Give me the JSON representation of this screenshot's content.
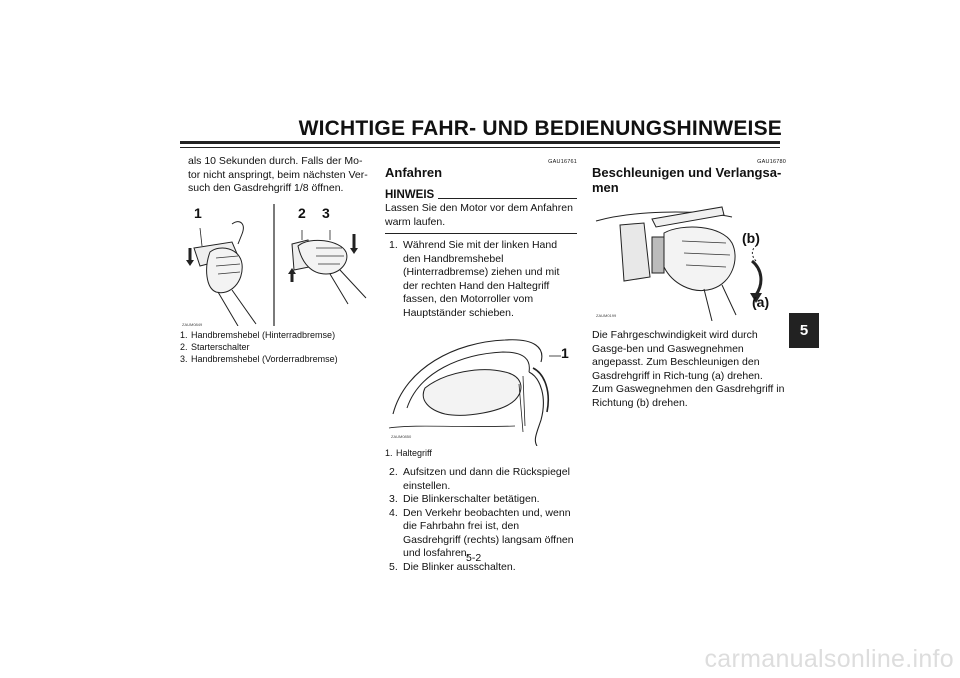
{
  "header": {
    "title": "WICHTIGE FAHR- UND BEDIENUNGSHINWEISE"
  },
  "chapter_tab": "5",
  "column1": {
    "intro": "als 10 Sekunden durch. Falls der Mo-tor nicht anspringt, beim nächsten Ver-such den Gasdrehgriff 1/8 öffnen.",
    "figure": {
      "labels": [
        "1",
        "2",
        "3"
      ],
      "code": "ZAUM0849"
    },
    "captions": [
      {
        "num": "1.",
        "text": "Handbremshebel (Hinterradbremse)"
      },
      {
        "num": "2.",
        "text": "Starterschalter"
      },
      {
        "num": "3.",
        "text": "Handbremshebel (Vorderradbremse)"
      }
    ]
  },
  "column2": {
    "code": "GAU16761",
    "heading": "Anfahren",
    "note": {
      "label": "HINWEIS",
      "text": "Lassen Sie den Motor vor dem Anfahren warm laufen."
    },
    "step1": {
      "num": "1.",
      "text": "Während Sie mit der linken Hand den Handbremshebel (Hinterradbremse) ziehen und mit der rechten Hand den Haltegriff fassen, den Motorroller vom Hauptständer schieben."
    },
    "figure": {
      "label": "1",
      "code": "ZAUM0850"
    },
    "caption": {
      "num": "1.",
      "text": "Haltegriff"
    },
    "steps": [
      {
        "num": "2.",
        "text": "Aufsitzen und dann die Rückspiegel einstellen."
      },
      {
        "num": "3.",
        "text": "Die Blinkerschalter betätigen."
      },
      {
        "num": "4.",
        "text": "Den Verkehr beobachten und, wenn die Fahrbahn frei ist, den Gasdrehgriff (rechts) langsam öffnen und losfahren."
      },
      {
        "num": "5.",
        "text": "Die Blinker ausschalten."
      }
    ]
  },
  "column3": {
    "code": "GAU16780",
    "heading": "Beschleunigen und Verlangsa-men",
    "figure": {
      "label_b": "(b)",
      "label_a": "(a)",
      "code": "ZAUM0199"
    },
    "text": "Die Fahrgeschwindigkeit wird durch Gasge-ben und Gaswegnehmen angepasst. Zum Beschleunigen den Gasdrehgriff in Rich-tung (a) drehen. Zum Gaswegnehmen den Gasdrehgriff in Richtung (b) drehen."
  },
  "page_number": "5-2",
  "watermark": "carmanualsonline.info"
}
